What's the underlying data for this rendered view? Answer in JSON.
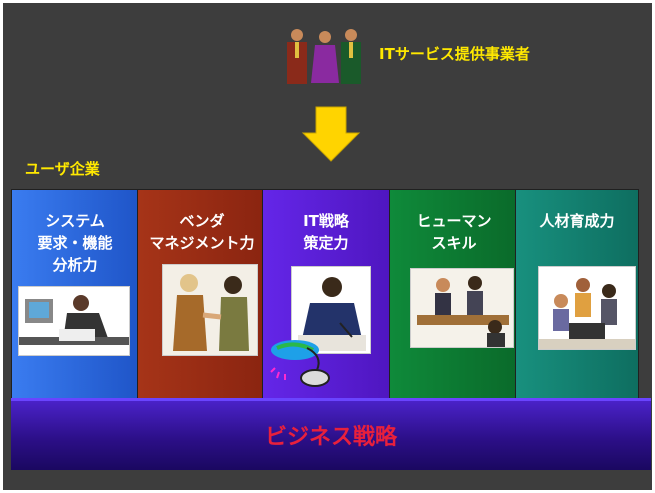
{
  "vendor": {
    "label": "ITサービス提供事業者"
  },
  "user": {
    "label": "ユーザ企業"
  },
  "panels": [
    {
      "line1": "システム",
      "line2": "要求・機能",
      "line3": "分析力",
      "color": "#2e6de0"
    },
    {
      "line1": "ベンダ",
      "line2": "マネジメント力",
      "line3": "",
      "color": "#9b2b14"
    },
    {
      "line1": "IT戦略",
      "line2": "策定力",
      "line3": "",
      "color": "#5b1fd6"
    },
    {
      "line1": "ヒューマン",
      "line2": "スキル",
      "line3": "",
      "color": "#0b7d34"
    },
    {
      "line1": "人材育成力",
      "line2": "",
      "line3": "",
      "color": "#138072"
    }
  ],
  "base": {
    "label": "ビジネス戦略"
  }
}
